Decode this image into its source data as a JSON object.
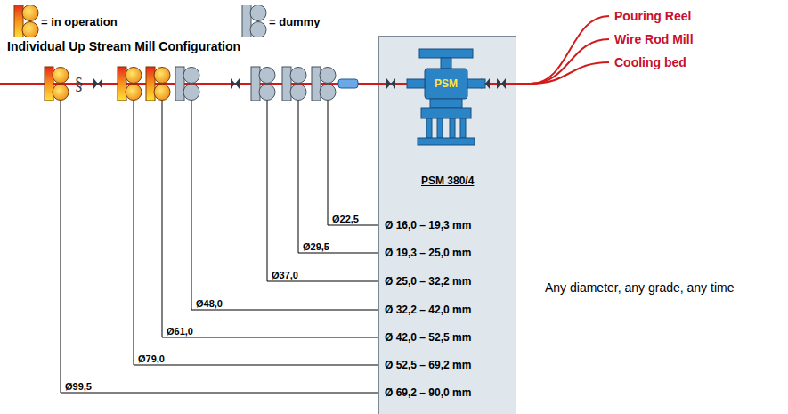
{
  "diagram": {
    "title": "Individual Up Stream Mill Configuration",
    "nodes": [
      {
        "text": [
          "PSM 380/4"
        ]
      },
      {
        "text": [
          "PSM"
        ],
        "in": 0
      }
    ],
    "labels": [
      "Pouring Reel",
      "Wire Rod Mill",
      "Cooling bed",
      "Ø22,5",
      "Ø 16,0 – 19,3 mm",
      "Ø29,5",
      "Ø 19,3 – 25,0 mm",
      "Ø37,0",
      "Ø 25,0 – 32,2 mm",
      "Ø48,0",
      "Ø 32,2 – 42,0 mm",
      "Ø61,0",
      "Ø 42,0 – 52,5 mm",
      "Ø79,0",
      "Ø 52,5 – 69,2 mm",
      "Ø99,5",
      "Ø 69,2 – 90,0 mm",
      "Any diameter, any grade, any time"
    ],
    "legend": [
      {
        "text": "= in operation"
      },
      {
        "text": "= dummy"
      }
    ]
  }
}
